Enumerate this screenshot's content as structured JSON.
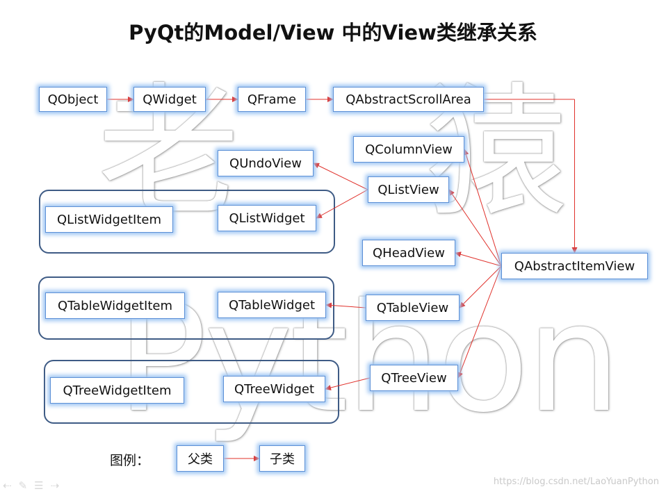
{
  "title": "PyQt的Model/View 中的View类继承关系",
  "watermark": {
    "char1": "老",
    "char2": "猿",
    "word": "Python"
  },
  "nodes": {
    "qobject": "QObject",
    "qwidget": "QWidget",
    "qframe": "QFrame",
    "qabstractscrollarea": "QAbstractScrollArea",
    "qcolumnview": "QColumnView",
    "qundoview": "QUndoView",
    "qlistview": "QListView",
    "qlistwidgetitem": "QListWidgetItem",
    "qlistwidget": "QListWidget",
    "qheadview": "QHeadView",
    "qabstractitemview": "QAbstractItemView",
    "qtablewidgetitem": "QTableWidgetItem",
    "qtablewidget": "QTableWidget",
    "qtableview": "QTableView",
    "qtreewidgetitem": "QTreeWidgetItem",
    "qtreewidget": "QTreeWidget",
    "qtreeview": "QTreeView"
  },
  "legend": {
    "label": "图例：",
    "parent": "父类",
    "child": "子类"
  },
  "footer": {
    "url": "https://blog.csdn.net/LaoYuanPython"
  },
  "nav_icons": [
    "arrow-left-icon",
    "pen-icon",
    "menu-icon",
    "arrow-right-icon"
  ],
  "colors": {
    "arrow": "#e0302a",
    "node_border": "#5b8fd6",
    "node_glow": "#9cc4f2",
    "group_border": "#3e5b85"
  },
  "edges": [
    [
      "qobject",
      "qwidget"
    ],
    [
      "qwidget",
      "qframe"
    ],
    [
      "qframe",
      "qabstractscrollarea"
    ],
    [
      "qabstractscrollarea",
      "qabstractitemview"
    ],
    [
      "qabstractitemview",
      "qcolumnview"
    ],
    [
      "qabstractitemview",
      "qlistview"
    ],
    [
      "qabstractitemview",
      "qheadview"
    ],
    [
      "qabstractitemview",
      "qtableview"
    ],
    [
      "qabstractitemview",
      "qtreeview"
    ],
    [
      "qlistview",
      "qundoview"
    ],
    [
      "qlistview",
      "qlistwidget"
    ],
    [
      "qtableview",
      "qtablewidget"
    ],
    [
      "qtreeview",
      "qtreewidget"
    ],
    [
      "legend_parent",
      "legend_child"
    ]
  ]
}
